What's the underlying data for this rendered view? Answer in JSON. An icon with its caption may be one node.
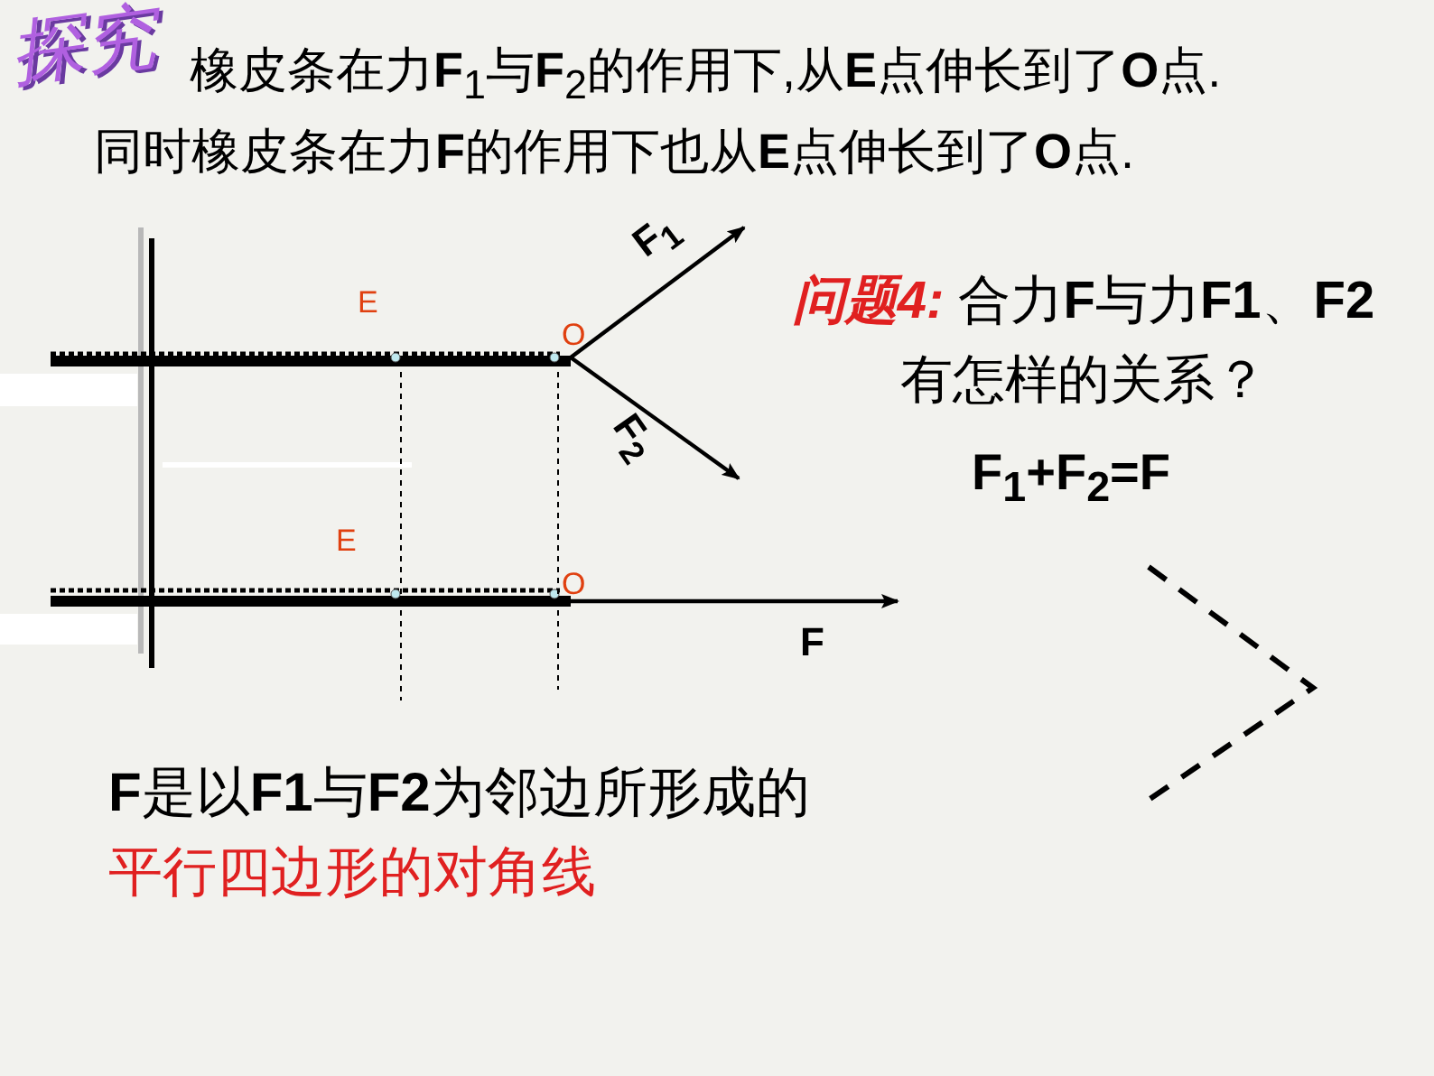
{
  "diagram": {
    "title": "探究",
    "labels": [
      "橡皮条在力**F**$_{1}$与**F**$_{2}$的作用下,从**E**点伸长到了**O**点.",
      "同时橡皮条在力**F**的作用下也从**E**点伸长到了**O**点.",
      "F$_{1}$",
      "E",
      "问题4:",
      "合力**F**与力**F1**、**F2**有怎样的关系？",
      "O",
      "F$_{2}$",
      "F$_{1}$+F$_{2}$=F",
      "E",
      "O",
      "F",
      "**F**是以**F1**与**F2**为邻边所形成的",
      "平行四边形的对角线"
    ]
  }
}
